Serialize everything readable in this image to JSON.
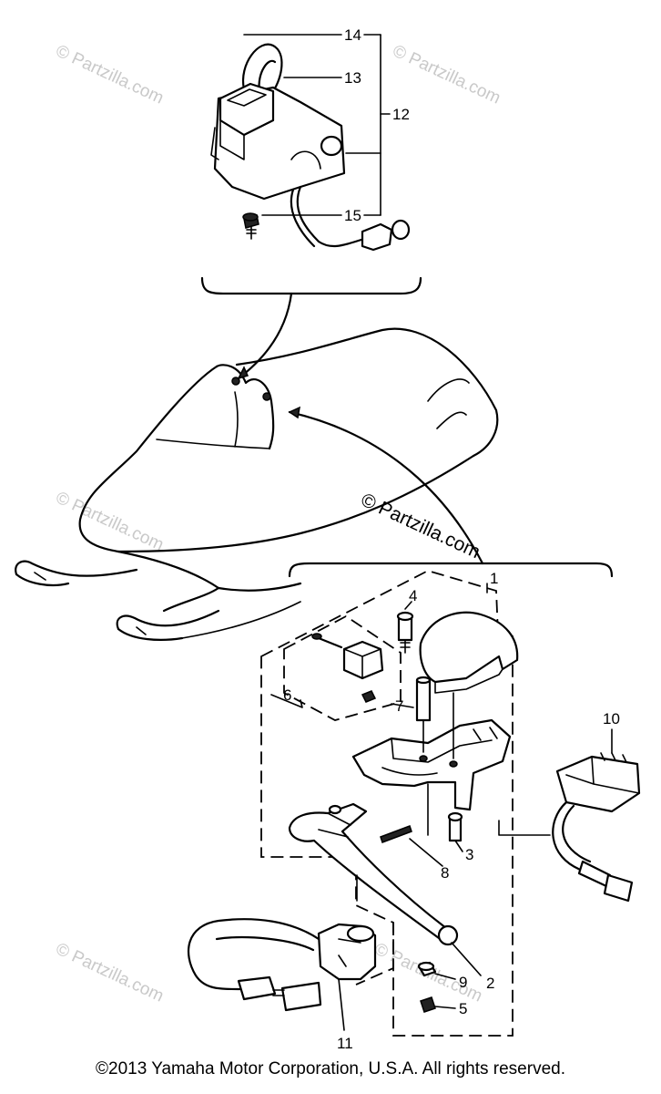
{
  "callouts": {
    "c1": "1",
    "c2": "2",
    "c3": "3",
    "c4": "4",
    "c5": "5",
    "c6": "6",
    "c7": "7",
    "c8": "8",
    "c9": "9",
    "c10": "10",
    "c11": "11",
    "c12": "12",
    "c13": "13",
    "c14": "14",
    "c15": "15"
  },
  "watermark": {
    "brand": "© Partzilla.com",
    "center": "© Partzilla.com"
  },
  "footer": {
    "copyright": "©2013 Yamaha Motor Corporation, U.S.A. All rights reserved."
  }
}
